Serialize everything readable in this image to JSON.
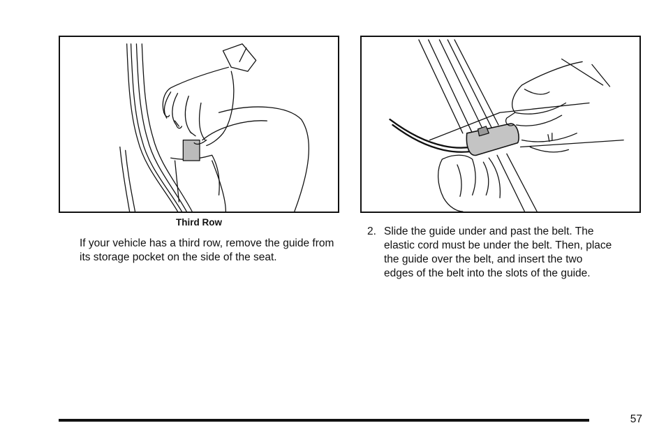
{
  "figures": {
    "left_caption": "Third Row"
  },
  "body": {
    "left_paragraph": "If your vehicle has a third row, remove the guide from its storage pocket on the side of the seat.",
    "step_number": "2.",
    "step_text": "Slide the guide under and past the belt. The elastic cord must be under the belt. Then, place the guide over the belt, and insert the two edges of the belt into the slots of the guide."
  },
  "footer": {
    "page_number": "57"
  }
}
